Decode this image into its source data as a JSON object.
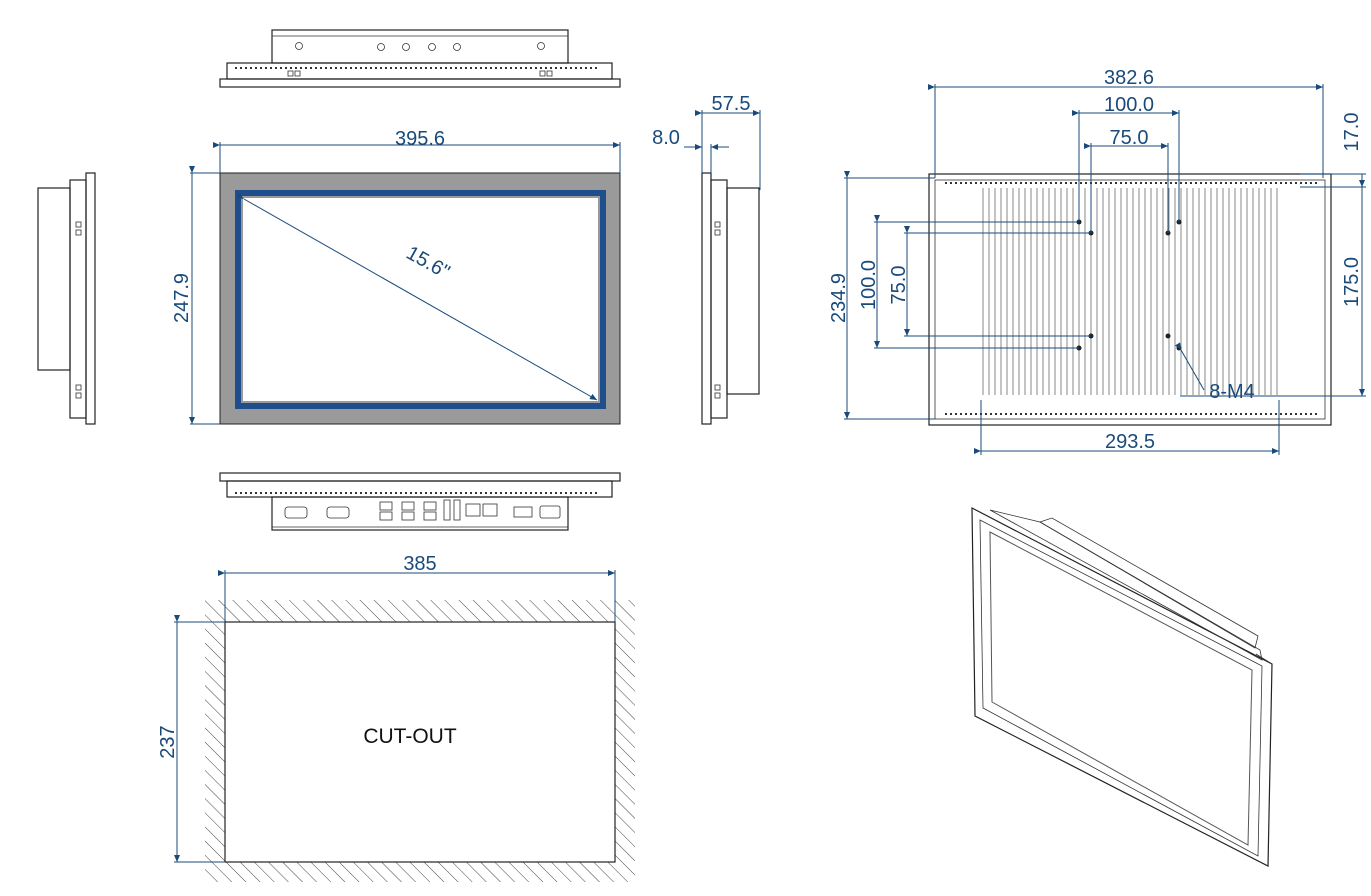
{
  "front": {
    "width": "395.6",
    "height": "247.9",
    "diagonal": "15.6\""
  },
  "side": {
    "depth": "57.5",
    "bezel": "8.0"
  },
  "rear": {
    "width": "382.6",
    "mount1": "100.0",
    "mount2": "75.0",
    "top_offset": "17.0",
    "vesa_h": "175.0",
    "height": "234.9",
    "vesa_v1": "100.0",
    "vesa_v2": "75.0",
    "screws": "8-M4",
    "base": "293.5"
  },
  "cutout": {
    "width": "385",
    "height": "237",
    "label": "CUT-OUT"
  },
  "colors": {
    "dimension": "#1a4a7a",
    "bezel": "#9a9a9a",
    "screen_border": "#1f4e8c"
  }
}
